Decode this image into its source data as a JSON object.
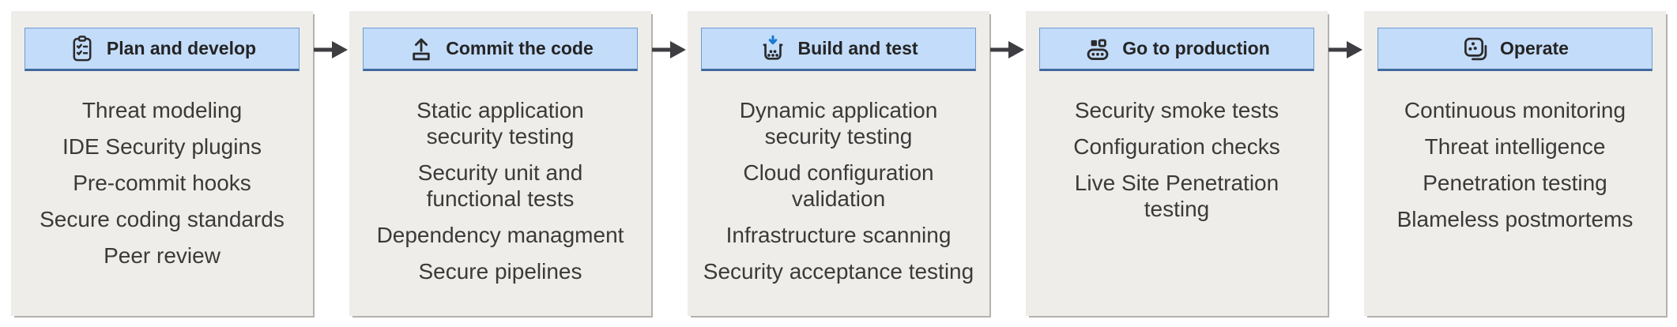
{
  "colors": {
    "page_bg": "#ffffff",
    "panel_bg": "#eeede9",
    "panel_edge": "#b5b2ad",
    "header_bg": "#c3dcfa",
    "header_border": "#6f9cd0",
    "header_border_bottom": "#41699f",
    "title_color": "#242424",
    "item_color": "#3a3a3a",
    "icon_dark": "#2b2b2b",
    "icon_blue": "#1878d0",
    "arrow_color": "#3e3e42"
  },
  "flow_arrow_icon": "right-arrow-icon",
  "stages": [
    {
      "title": "Plan and develop",
      "icon": "clipboard-checklist-icon",
      "items": [
        [
          "Threat modeling"
        ],
        [
          "IDE Security plugins"
        ],
        [
          "Pre-commit hooks"
        ],
        [
          "Secure coding standards"
        ],
        [
          "Peer review"
        ]
      ]
    },
    {
      "title": "Commit the code",
      "icon": "upload-icon",
      "items": [
        [
          "Static application",
          "security testing"
        ],
        [
          "Security unit and",
          "functional tests"
        ],
        [
          "Dependency managment"
        ],
        [
          "Secure pipelines"
        ]
      ]
    },
    {
      "title": "Build and test",
      "icon": "build-container-icon",
      "items": [
        [
          "Dynamic application",
          "security testing"
        ],
        [
          "Cloud configuration",
          "validation"
        ],
        [
          "Infrastructure scanning"
        ],
        [
          "Security acceptance testing"
        ]
      ]
    },
    {
      "title": "Go to production",
      "icon": "conveyor-icon",
      "items": [
        [
          "Security smoke tests"
        ],
        [
          "Configuration checks"
        ],
        [
          "Live Site Penetration",
          "testing"
        ]
      ]
    },
    {
      "title": "Operate",
      "icon": "operate-icon",
      "items": [
        [
          "Continuous monitoring"
        ],
        [
          "Threat intelligence"
        ],
        [
          "Penetration testing"
        ],
        [
          "Blameless postmortems"
        ]
      ]
    }
  ]
}
